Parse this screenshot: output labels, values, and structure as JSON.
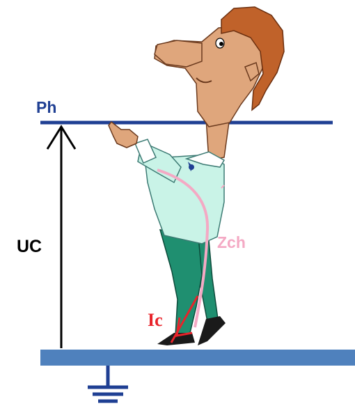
{
  "labels": {
    "phase": "Ph",
    "voltage": "UC",
    "body_impedance": "Zch",
    "current_main": "I",
    "current_sub": "c"
  },
  "colors": {
    "phase_line": "#1f3f93",
    "phase_label": "#1f3f93",
    "ground_plate": "#4f81bd",
    "ground_symbol": "#1f3f93",
    "voltage_arrow": "#000000",
    "skin": "#dfa67c",
    "hair": "#c0622a",
    "shirt": "#c9f3e7",
    "trousers": "#1f8f70",
    "shoes": "#1a1a1a",
    "impedance_path": "#f4a9c4",
    "current_arrow": "#e8232a"
  },
  "icons": {
    "ground": "earth-ground-icon",
    "person": "person-touching-line-icon"
  }
}
